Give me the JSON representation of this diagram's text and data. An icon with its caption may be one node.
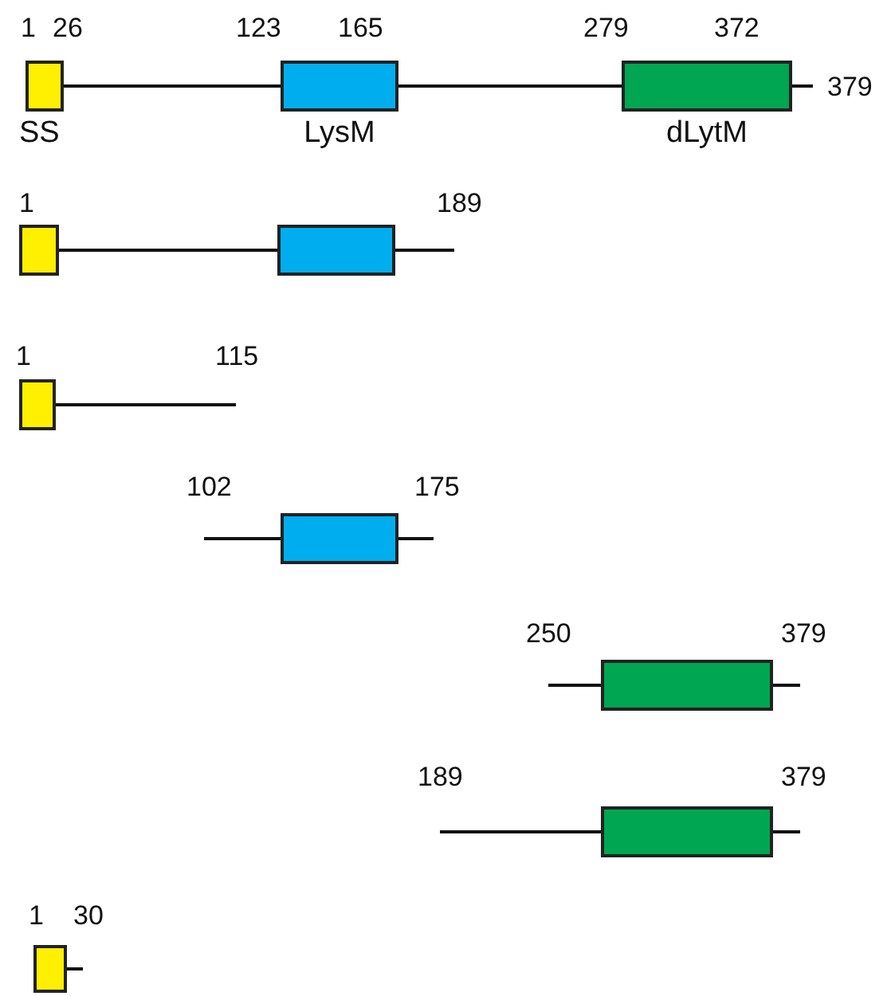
{
  "diagram": {
    "nodes": [
      {
        "text": [
          "SS"
        ]
      },
      {
        "text": [
          "LysM"
        ]
      },
      {
        "text": [
          "dLytM"
        ]
      },
      {
        "text": [],
        "shape": "box"
      },
      {
        "text": [],
        "shape": "box"
      },
      {
        "text": [],
        "shape": "box"
      },
      {
        "text": [],
        "shape": "box"
      },
      {
        "text": [],
        "shape": "box"
      },
      {
        "text": [],
        "shape": "box"
      },
      {
        "text": [],
        "shape": "box"
      }
    ],
    "labels": [
      "1",
      "26",
      "123",
      "165",
      "279",
      "372",
      "379",
      "1",
      "189",
      "1",
      "115",
      "102",
      "175",
      "250",
      "379",
      "189",
      "379",
      "1",
      "30"
    ]
  }
}
